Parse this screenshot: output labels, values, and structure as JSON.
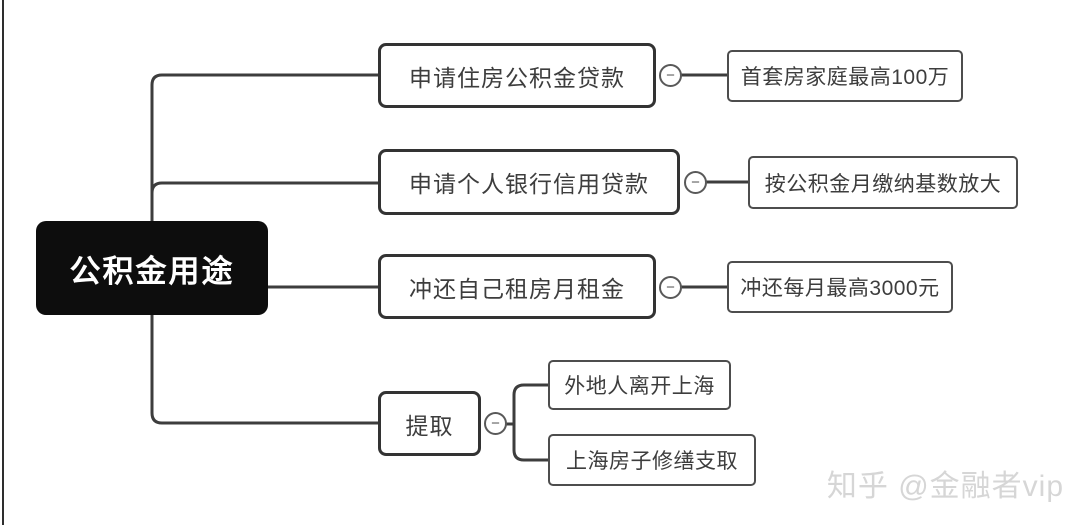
{
  "diagram": {
    "root": {
      "label": "公积金用途"
    },
    "collapse_glyph": "−",
    "branches": [
      {
        "label": "申请住房公积金贷款",
        "children": [
          {
            "label": "首套房家庭最高100万"
          }
        ]
      },
      {
        "label": "申请个人银行信用贷款",
        "children": [
          {
            "label": "按公积金月缴纳基数放大"
          }
        ]
      },
      {
        "label": "冲还自己租房月租金",
        "children": [
          {
            "label": "冲还每月最高3000元"
          }
        ]
      },
      {
        "label": "提取",
        "children": [
          {
            "label": "外地人离开上海"
          },
          {
            "label": "上海房子修缮支取"
          }
        ]
      }
    ]
  },
  "watermark": {
    "text": "知乎 @金融者vip"
  },
  "colors": {
    "root_bg": "#0d0d0d",
    "root_text": "#ffffff",
    "node_border": "#333333",
    "leaf_border": "#4d4d4d",
    "connector": "#3d3d3d",
    "toggle": "#595959",
    "watermark": "#d6d6d6",
    "background": "#ffffff"
  }
}
